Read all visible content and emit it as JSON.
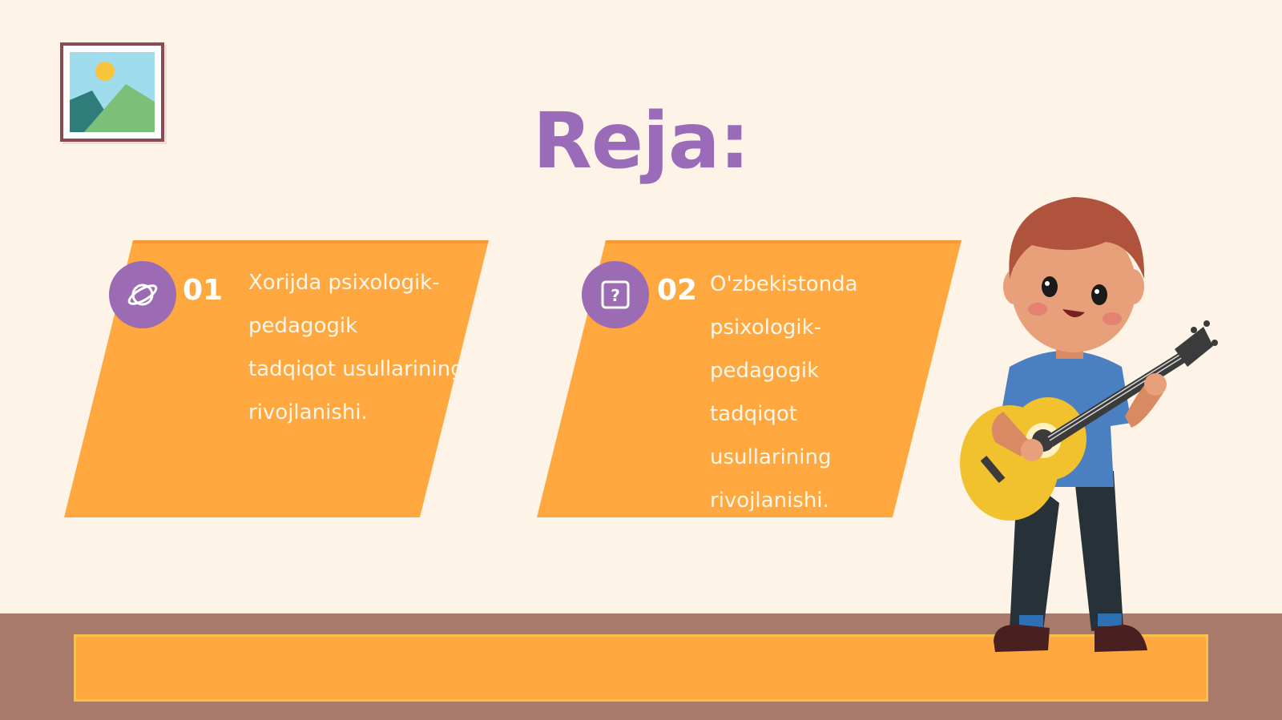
{
  "slide": {
    "title": "Reja:"
  },
  "cards": [
    {
      "number": "01",
      "text": "Xorijda psixologik-\npedagogik\ntadqiqot usullarining\nrivojlanishi.",
      "icon": "planet-icon"
    },
    {
      "number": "02",
      "text": "O'zbekistonda\npsixologik-\npedagogik\ntadqiqot\nusullarining\nrivojlanishi.",
      "icon": "question-icon"
    }
  ],
  "colors": {
    "background": "#fdf3e7",
    "accent_purple": "#9b6bb4",
    "card_orange": "#ffa83f",
    "floor": "#a87b6d"
  },
  "illustrations": {
    "frame": "landscape-picture-icon",
    "character": "boy-with-guitar-illustration"
  }
}
